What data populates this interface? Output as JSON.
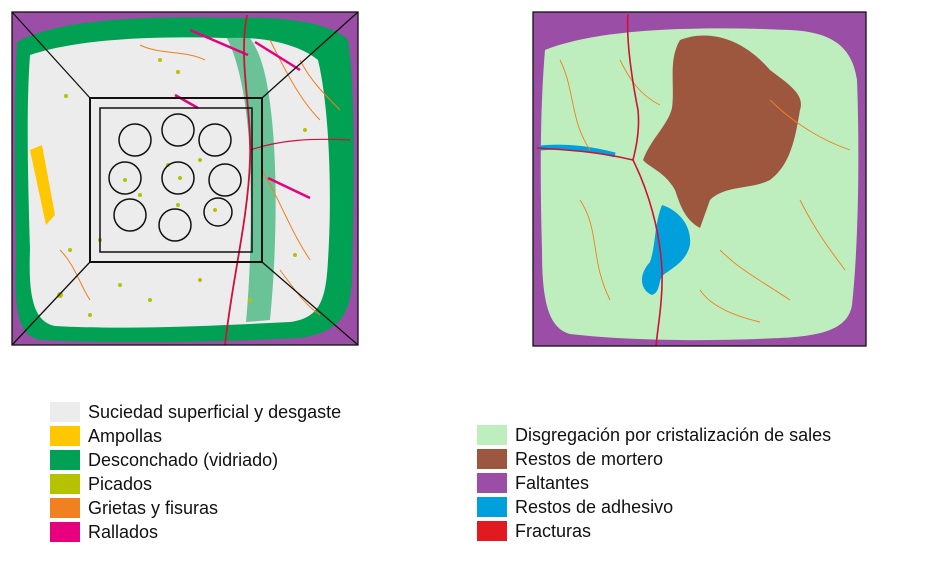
{
  "colors": {
    "purple": "#9b4ea6",
    "green": "#00a152",
    "light_grey": "#ececec",
    "yellow": "#ffc700",
    "lime": "#b4c200",
    "orange": "#f08020",
    "magenta": "#e6007e",
    "pale_green": "#bfeebe",
    "brown": "#9d573e",
    "blue": "#00a0dc",
    "red": "#e11a22",
    "fracture_crimson": "#d0103a"
  },
  "legend_left": [
    {
      "label": "Suciedad superficial y desgaste",
      "color": "#ececec"
    },
    {
      "label": "Ampollas",
      "color": "#ffc700"
    },
    {
      "label": "Desconchado (vidriado)",
      "color": "#00a152"
    },
    {
      "label": "Picados",
      "color": "#b4c200"
    },
    {
      "label": "Grietas y fisuras",
      "color": "#f08020"
    },
    {
      "label": "Rallados",
      "color": "#e6007e"
    }
  ],
  "legend_right": [
    {
      "label": "Disgregación por cristalización de sales",
      "color": "#bfeebe"
    },
    {
      "label": "Restos de mortero",
      "color": "#9d573e"
    },
    {
      "label": "Faltantes",
      "color": "#9b4ea6"
    },
    {
      "label": "Restos de adhesivo",
      "color": "#00a0dc"
    },
    {
      "label": "Fracturas",
      "color": "#e11a22"
    }
  ]
}
